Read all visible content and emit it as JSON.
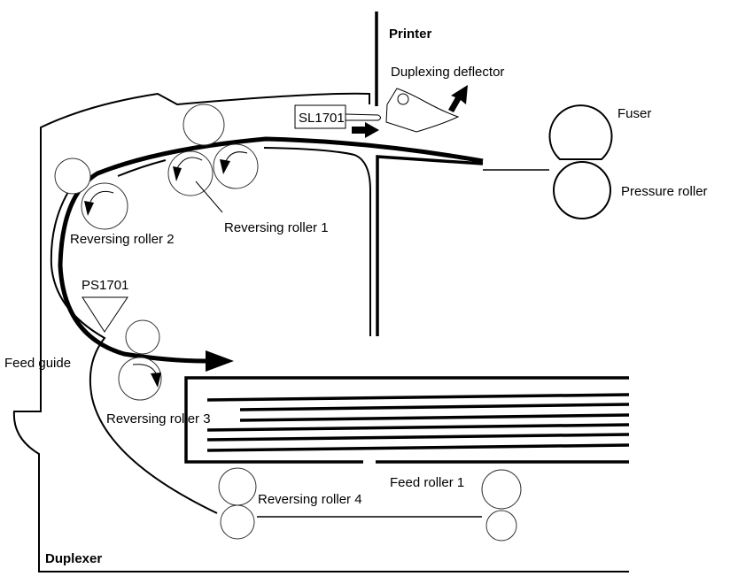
{
  "diagram": {
    "title": "Duplexer paper path",
    "colors": {
      "line": "#000000",
      "background": "#ffffff"
    },
    "labels": {
      "printer": "Printer",
      "duplexer": "Duplexer",
      "duplexing_deflector": "Duplexing deflector",
      "solenoid": "SL1701",
      "photosensor": "PS1701",
      "fuser": "Fuser",
      "pressure_roller": "Pressure roller",
      "reversing_roller_1": "Reversing roller 1",
      "reversing_roller_2": "Reversing roller 2",
      "reversing_roller_3": "Reversing roller 3",
      "reversing_roller_4": "Reversing roller 4",
      "feed_roller_1": "Feed roller 1",
      "feed_guide": "Feed guide"
    }
  }
}
